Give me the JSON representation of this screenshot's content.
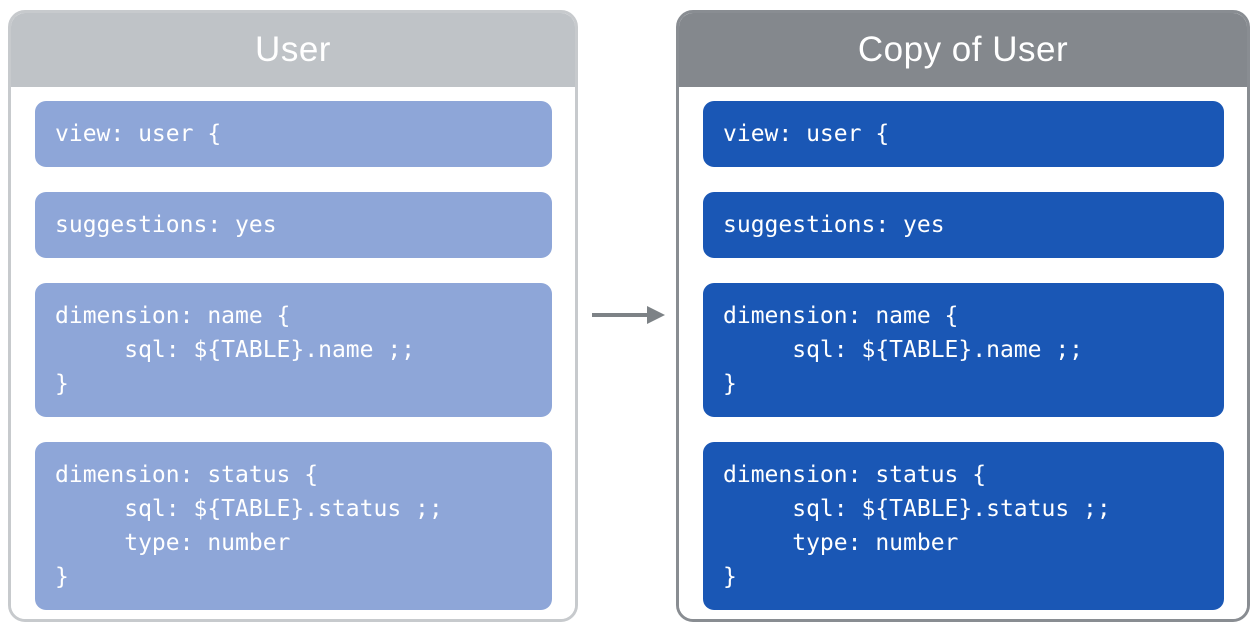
{
  "diagram": {
    "description": "LookML view copy diagram",
    "arrow": {
      "name": "copy-arrow",
      "direction": "right",
      "color": "#7d8286"
    },
    "left_panel": {
      "title": "User",
      "header_color": "#bfc3c7",
      "border_color": "#c7cacd",
      "block_color": "#8ea6d8",
      "blocks": [
        "view: user {",
        "suggestions: yes",
        "dimension: name {\n     sql: ${TABLE}.name ;;\n}",
        "dimension: status {\n     sql: ${TABLE}.status ;;\n     type: number\n}"
      ]
    },
    "right_panel": {
      "title": "Copy of User",
      "header_color": "#84888d",
      "border_color": "#898d92",
      "block_color": "#1a57b5",
      "blocks": [
        "view: user {",
        "suggestions: yes",
        "dimension: name {\n     sql: ${TABLE}.name ;;\n}",
        "dimension: status {\n     sql: ${TABLE}.status ;;\n     type: number\n}"
      ]
    }
  }
}
